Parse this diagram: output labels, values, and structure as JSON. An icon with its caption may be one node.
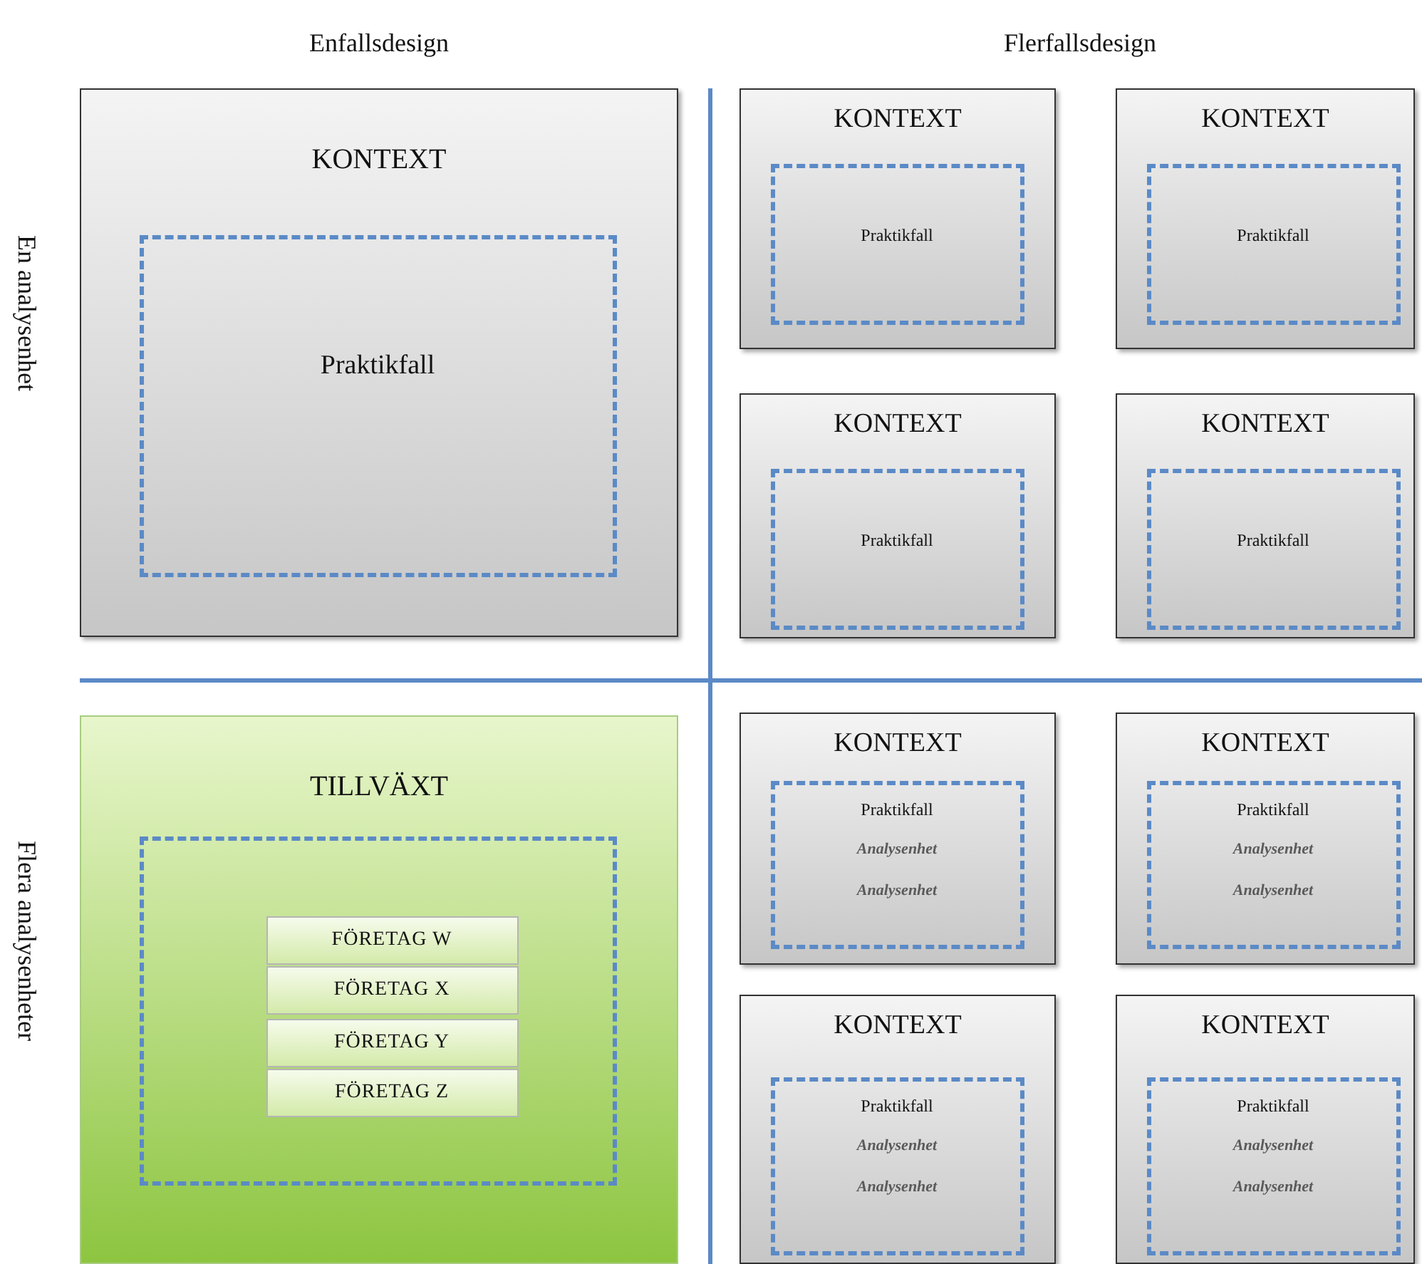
{
  "diagram": {
    "nodes": [
      {
        "text": [
          "KONTEXT"
        ]
      },
      {
        "text": [
          "Praktikfall"
        ],
        "in": 0
      },
      {
        "text": [
          "KONTEXT"
        ]
      },
      {
        "text": [
          "Praktikfall"
        ],
        "in": 2
      },
      {
        "text": [
          "KONTEXT"
        ]
      },
      {
        "text": [
          "Praktikfall"
        ],
        "in": 4
      },
      {
        "text": [
          "KONTEXT"
        ]
      },
      {
        "text": [
          "Praktikfall"
        ],
        "in": 6
      },
      {
        "text": [
          "KONTEXT"
        ]
      },
      {
        "text": [
          "Praktikfall"
        ],
        "in": 8
      },
      {
        "text": [
          "TILLVÄXT"
        ]
      },
      {
        "text": [],
        "shape": "box",
        "in": 10
      },
      {
        "text": [
          "FÖRETAG W"
        ],
        "in": 11
      },
      {
        "text": [
          "FÖRETAG X"
        ],
        "in": 11
      },
      {
        "text": [
          "FÖRETAG Y"
        ],
        "in": 11
      },
      {
        "text": [
          "FÖRETAG Z"
        ],
        "in": 11
      },
      {
        "text": [
          "KONTEXT"
        ]
      },
      {
        "text": [
          "Praktikfall",
          "Analysenhet",
          "Analysenhet"
        ],
        "in": 16
      },
      {
        "text": [
          "KONTEXT"
        ]
      },
      {
        "text": [
          "Praktikfall",
          "Analysenhet",
          "Analysenhet"
        ],
        "in": 18
      },
      {
        "text": [
          "KONTEXT"
        ]
      },
      {
        "text": [
          "Praktikfall",
          "Analysenhet",
          "Analysenhet"
        ],
        "in": 20
      },
      {
        "text": [
          "KONTEXT"
        ]
      },
      {
        "text": [
          "Praktikfall",
          "Analysenhet",
          "Analysenhet"
        ],
        "in": 22
      }
    ],
    "edges": [],
    "labels": [
      "Enfallsdesign",
      "Flerfallsdesign",
      "En analysenhet",
      "Flera analysenheter"
    ]
  }
}
